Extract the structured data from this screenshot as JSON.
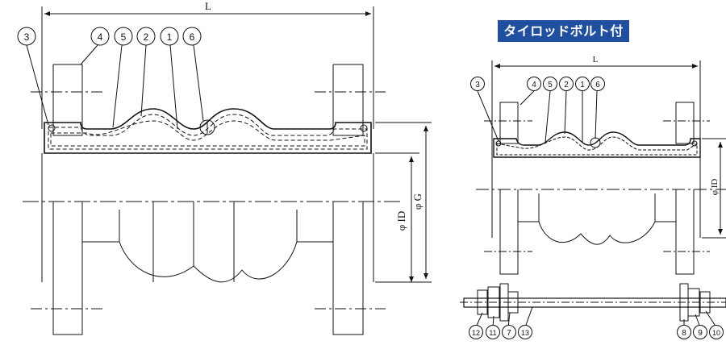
{
  "title": "タイロッドボルト付",
  "left_view": {
    "dim_length": "L",
    "dim_id": "φ ID",
    "dim_g": "φ G",
    "callouts": [
      "3",
      "4",
      "5",
      "2",
      "1",
      "6"
    ]
  },
  "right_view": {
    "dim_length": "L",
    "dim_id": "φ ID",
    "callouts_top": [
      "3",
      "4",
      "5",
      "2",
      "1",
      "6"
    ],
    "callouts_bottom_left": [
      "12",
      "11",
      "7",
      "13"
    ],
    "callouts_bottom_right": [
      "8",
      "9",
      "10"
    ]
  }
}
